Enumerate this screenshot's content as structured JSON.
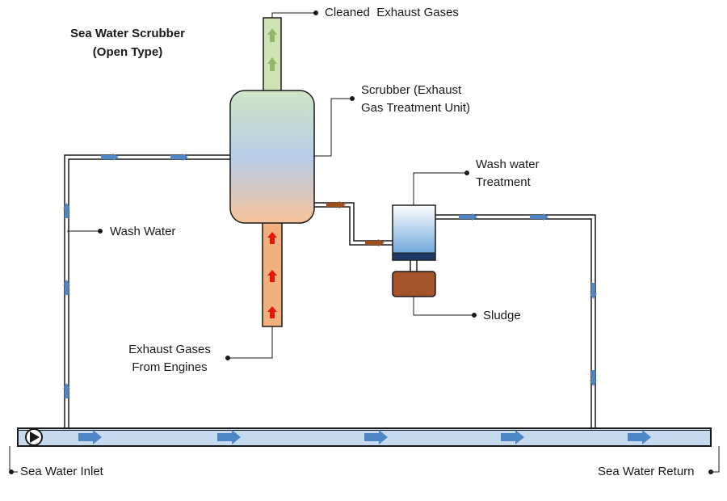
{
  "title": {
    "line1": "Sea Water Scrubber",
    "line2": "(Open Type)"
  },
  "labels": {
    "cleaned_exhaust": "Cleaned  Exhaust Gases",
    "scrubber_line1": "Scrubber (Exhaust",
    "scrubber_line2": "Gas Treatment Unit)",
    "wash_treatment_line1": "Wash water",
    "wash_treatment_line2": "Treatment",
    "wash_water": "Wash Water",
    "sludge": "Sludge",
    "exhaust_in_line1": "Exhaust Gases",
    "exhaust_in_line2": "From Engines",
    "sea_inlet": "Sea Water Inlet",
    "sea_return": "Sea Water Return"
  },
  "colors": {
    "pipe": "#1a1a1a",
    "water_arrow": "#4f86c6",
    "sea_pipe_fill": "#c5d9ef",
    "exhaust_arrow": "#e8150a",
    "clean_arrow": "#8fb86a",
    "sludge_arrow": "#9b4f1c",
    "sludge_fill": "#a5532a",
    "exhaust_pipe_fill": "#f2b07e",
    "clean_pipe_fill": "#cfe3b5"
  },
  "icons": {
    "pump": "pump-icon"
  }
}
